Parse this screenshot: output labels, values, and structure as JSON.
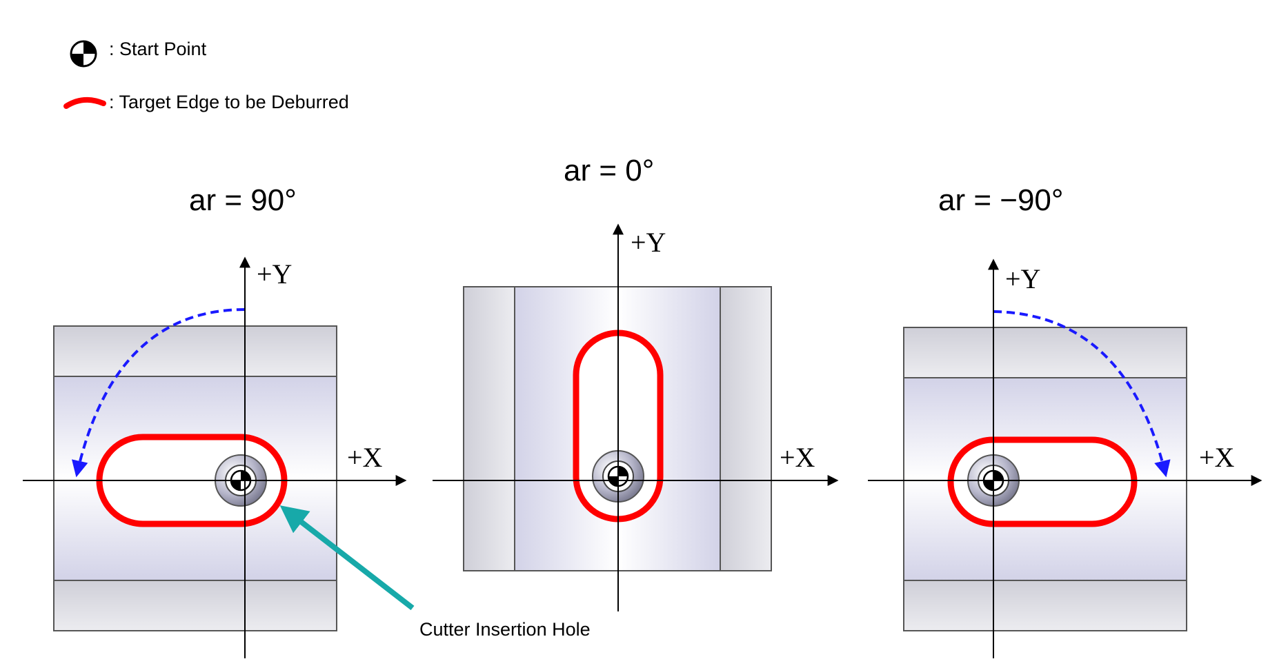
{
  "legend": {
    "start_point": ": Start Point",
    "target_edge": ": Target Edge to be Deburred"
  },
  "panels": [
    {
      "title": "ar = 90°",
      "y_label": "+Y",
      "x_label": "+X"
    },
    {
      "title": "ar = 0°",
      "y_label": "+Y",
      "x_label": "+X"
    },
    {
      "title": "ar = −90°",
      "y_label": "+Y",
      "x_label": "+X"
    }
  ],
  "callout": {
    "label": "Cutter Insertion Hole"
  },
  "colors": {
    "target_edge": "#ff0000",
    "rotation_arrow": "#1a1aff",
    "callout_arrow": "#17a9a9",
    "block_outline": "#555555",
    "axis": "#000000"
  },
  "icons": [
    "start-point-icon",
    "target-edge-icon"
  ]
}
